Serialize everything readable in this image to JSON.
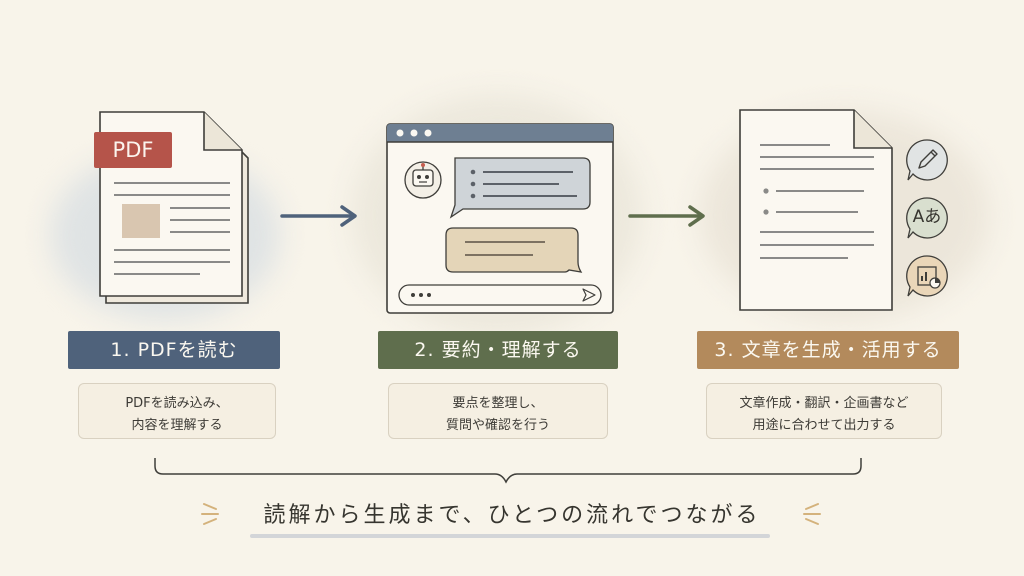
{
  "colors": {
    "background": "#f8f4ea",
    "step1": "#4f627b",
    "step2": "#5f6e4d",
    "step3": "#b38a5c",
    "pdf_badge": "#b5544a",
    "arrow1": "#4f627b",
    "arrow2": "#5f6e4d"
  },
  "steps": [
    {
      "icon": "pdf-document-icon",
      "badge": "PDF",
      "label": "1. PDFを読む",
      "desc_line1": "PDFを読み込み、",
      "desc_line2": "内容を理解する"
    },
    {
      "icon": "chat-window-icon",
      "label": "2. 要約・理解する",
      "desc_line1": "要点を整理し、",
      "desc_line2": "質問や確認を行う"
    },
    {
      "icon": "generated-document-icon",
      "side_icons": [
        "pencil-icon",
        "translate-icon",
        "chart-report-icon"
      ],
      "translate_text": "Aあ",
      "label": "3. 文章を生成・活用する",
      "desc_line1": "文章作成・翻訳・企画書など",
      "desc_line2": "用途に合わせて出力する"
    }
  ],
  "headline": "読解から生成まで、ひとつの流れでつながる"
}
